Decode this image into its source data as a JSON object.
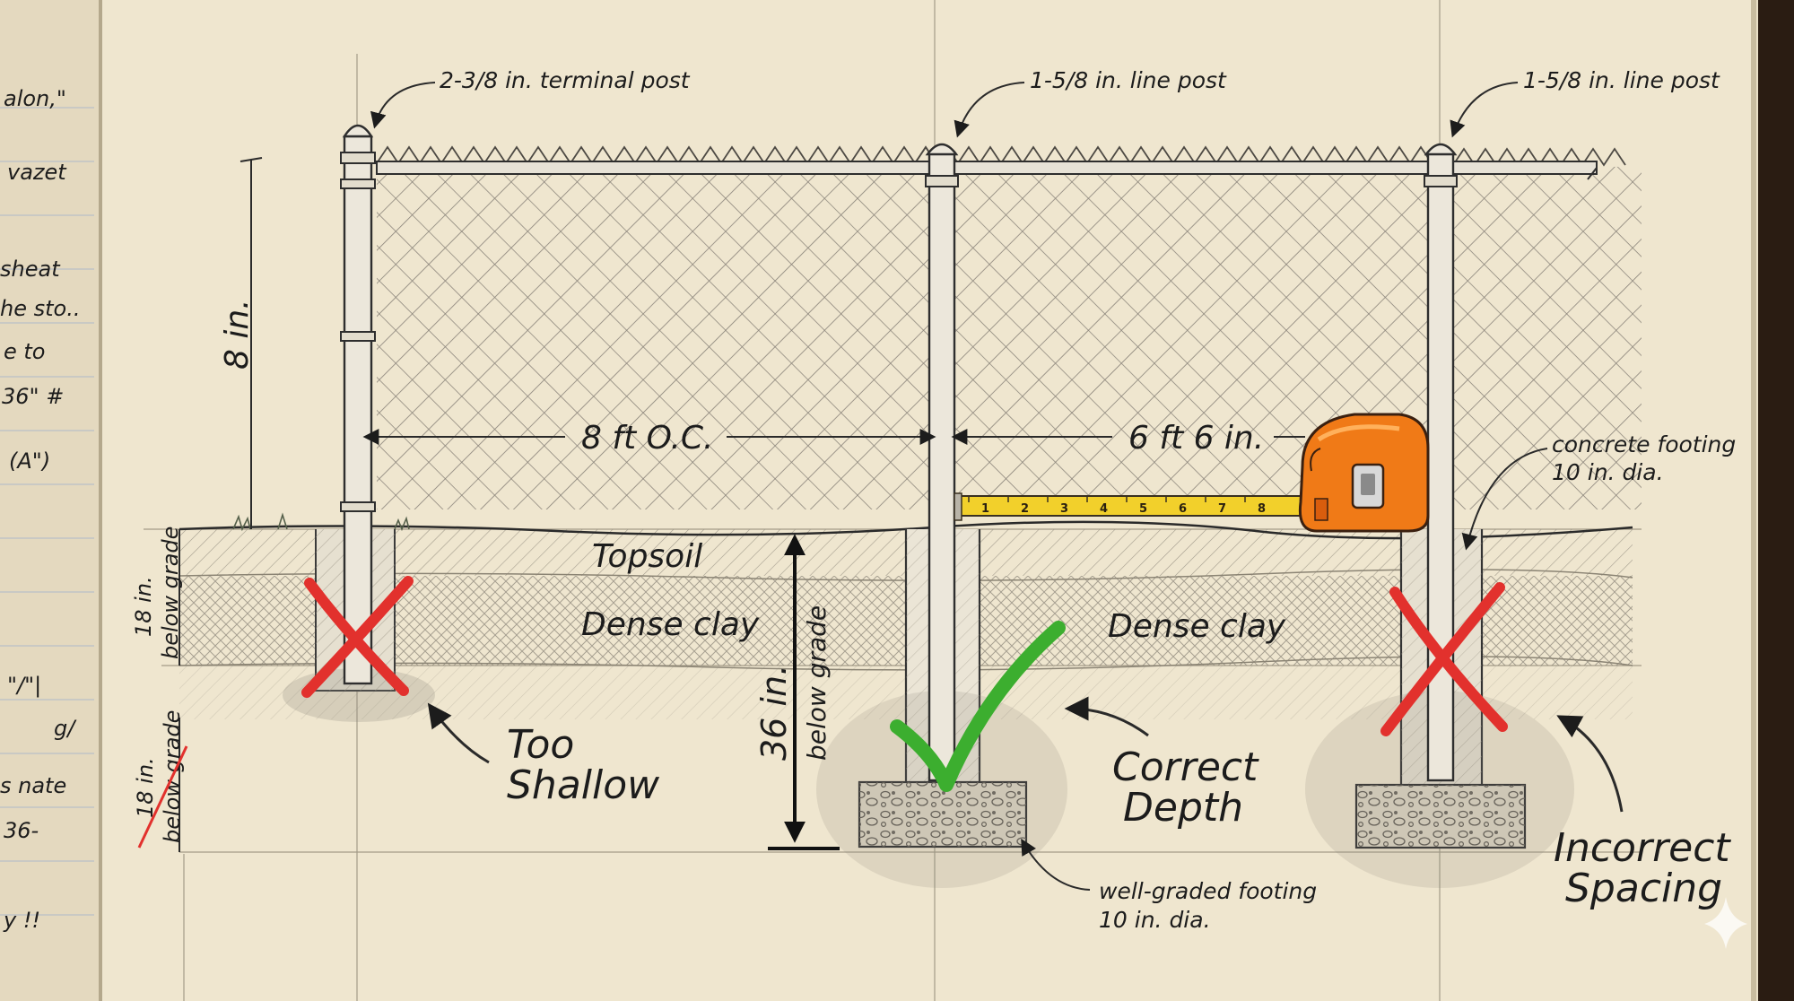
{
  "labels": {
    "terminal_post": "2-3/8 in. terminal post",
    "line_post_1": "1-5/8 in. line post",
    "line_post_2": "1-5/8 in. line post",
    "fence_height": "8 in.",
    "spacing_left": "8 ft O.C.",
    "spacing_right": "6 ft 6 in.",
    "footing_right_1": "concrete footing",
    "footing_right_2": "10 in. dia.",
    "topsoil": "Topsoil",
    "clay_left": "Dense clay",
    "clay_right": "Dense clay",
    "depth_left_1": "18 in.",
    "depth_left_2": "below grade",
    "depth_low_1": "18 in.",
    "depth_low_2": "below grade",
    "depth_center_1": "36 in.",
    "depth_center_2": "below grade",
    "footing_center_1": "well-graded footing",
    "footing_center_2": "10 in. dia.",
    "verdict_left_1": "Too",
    "verdict_left_2": "Shallow",
    "verdict_center_1": "Correct",
    "verdict_center_2": "Depth",
    "verdict_right_1": "Incorrect",
    "verdict_right_2": "Spacing"
  },
  "tape": {
    "ticks": [
      "1",
      "2",
      "3",
      "4",
      "5",
      "6",
      "7",
      "8"
    ]
  },
  "margin_notes": [
    "alon,\"",
    "vazet",
    "sheat",
    "he sto..",
    "e to",
    "36\" #",
    "(A\")",
    "\"/\"|",
    "g/",
    "s nate",
    "36-",
    "y !!"
  ],
  "colors": {
    "paper": "#efe6cf",
    "cross": "#e2312d",
    "check": "#3cae2f",
    "tape_case": "#f07a17",
    "tape_blade": "#f2d02b"
  }
}
